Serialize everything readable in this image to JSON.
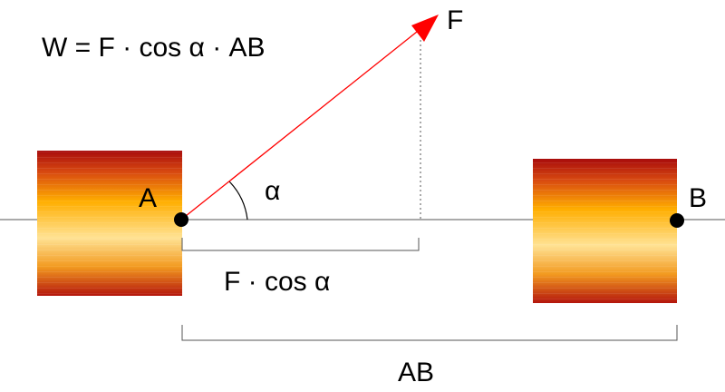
{
  "formula": "W = F · cos α · AB",
  "labels": {
    "force": "F",
    "point_a": "A",
    "point_b": "B",
    "angle": "α",
    "projection": "F · cos α",
    "distance": "AB"
  },
  "colors": {
    "force_vector": "#ff0000",
    "lines": "#000000",
    "block_gradient": [
      "#b01010",
      "#d85010",
      "#ffb000",
      "#ffe090",
      "#ffb000",
      "#d04010",
      "#b01010"
    ]
  }
}
